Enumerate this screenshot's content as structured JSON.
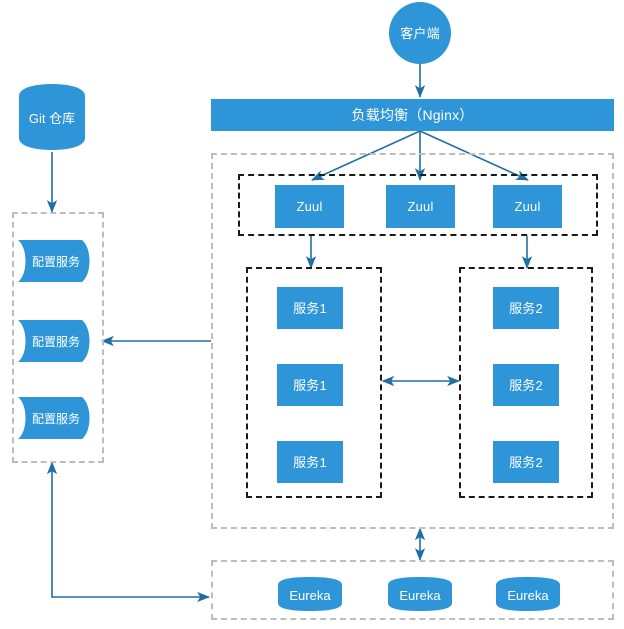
{
  "diagram": {
    "title": "microservice-architecture",
    "colors": {
      "node_fill": "#2E95D8",
      "node_text": "#ffffff",
      "arrow": "#1F6FA5",
      "container_gray": "#bdbdbd",
      "container_black": "#1a1a1a",
      "background": "#ffffff"
    }
  },
  "nodes": {
    "client": {
      "label": "客户端",
      "shape": "circle"
    },
    "load_balancer": {
      "label": "负载均衡（Nginx）",
      "shape": "bar"
    },
    "git_repo": {
      "label": "Git 仓库",
      "shape": "cylinder"
    },
    "config_services": [
      {
        "label": "配置服务",
        "shape": "tape"
      },
      {
        "label": "配置服务",
        "shape": "tape"
      },
      {
        "label": "配置服务",
        "shape": "tape"
      }
    ],
    "gateways": [
      {
        "label": "Zuul",
        "shape": "rect"
      },
      {
        "label": "Zuul",
        "shape": "rect"
      },
      {
        "label": "Zuul",
        "shape": "rect"
      }
    ],
    "service_group_1": [
      {
        "label": "服务1",
        "shape": "rect"
      },
      {
        "label": "服务1",
        "shape": "rect"
      },
      {
        "label": "服务1",
        "shape": "rect"
      }
    ],
    "service_group_2": [
      {
        "label": "服务2",
        "shape": "rect"
      },
      {
        "label": "服务2",
        "shape": "rect"
      },
      {
        "label": "服务2",
        "shape": "rect"
      }
    ],
    "registries": [
      {
        "label": "Eureka",
        "shape": "cylinder"
      },
      {
        "label": "Eureka",
        "shape": "cylinder"
      },
      {
        "label": "Eureka",
        "shape": "cylinder"
      }
    ]
  },
  "containers": {
    "config_group": {
      "style": "gray-dashed"
    },
    "platform_group": {
      "style": "gray-dashed"
    },
    "gateway_group": {
      "style": "black-dashed"
    },
    "service_group_1": {
      "style": "black-dashed"
    },
    "service_group_2": {
      "style": "black-dashed"
    },
    "registry_group": {
      "style": "gray-dashed"
    }
  },
  "connections": [
    {
      "from": "client",
      "to": "load_balancer",
      "arrow": "single"
    },
    {
      "from": "load_balancer",
      "to": "gateway-zuul-1",
      "arrow": "single"
    },
    {
      "from": "load_balancer",
      "to": "gateway-zuul-2",
      "arrow": "single"
    },
    {
      "from": "load_balancer",
      "to": "gateway-zuul-3",
      "arrow": "single"
    },
    {
      "from": "gateway_group",
      "to": "service_group_1",
      "arrow": "single"
    },
    {
      "from": "gateway_group",
      "to": "service_group_2",
      "arrow": "single"
    },
    {
      "from": "service_group_1",
      "to": "service_group_2",
      "arrow": "double"
    },
    {
      "from": "git_repo",
      "to": "config_group",
      "arrow": "single"
    },
    {
      "from": "platform_group",
      "to": "config_group",
      "arrow": "single"
    },
    {
      "from": "platform_group",
      "to": "registry_group",
      "arrow": "double"
    },
    {
      "from": "config_group",
      "to": "registry_group",
      "arrow": "double"
    }
  ]
}
